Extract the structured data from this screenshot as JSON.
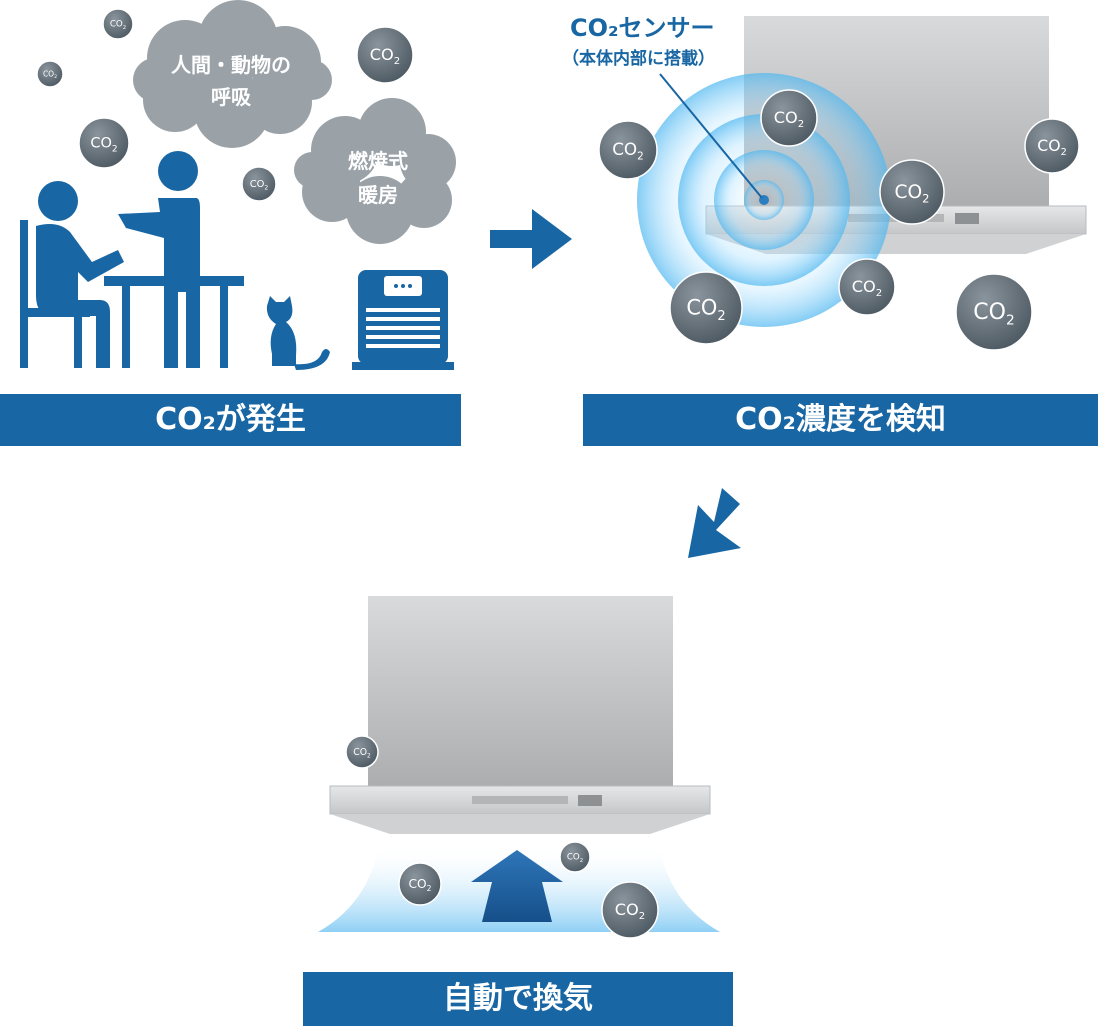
{
  "colors": {
    "brand_blue": "#1866a3",
    "cloud_gray": "#9aa2a8",
    "co2_bubble": "#5f6b75",
    "hood_gray": "#c8cacc",
    "airflow_blue": "#9fd6f5",
    "sensor_wave_blue": "#4fb7f0"
  },
  "co2_label": "CO2",
  "step1": {
    "cloud_breath": [
      "人間・動物の",
      "呼吸"
    ],
    "cloud_heater": [
      "燃焼式",
      "暖房"
    ],
    "banner": "CO₂が発生"
  },
  "step2": {
    "sensor_title": "CO₂センサー",
    "sensor_note": "（本体内部に搭載）",
    "banner": "CO₂濃度を検知"
  },
  "step3": {
    "banner": "自動で換気"
  },
  "icons": [
    "people-at-table-icon",
    "cat-icon",
    "heater-icon",
    "arrow-right-icon",
    "arrow-down-left-icon",
    "range-hood-icon",
    "sensor-wave-icon",
    "airflow-up-arrow-icon"
  ]
}
